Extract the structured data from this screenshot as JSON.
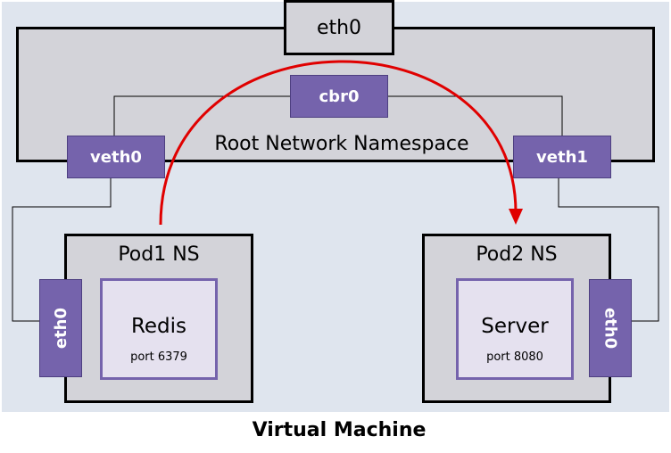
{
  "top_interface": {
    "label": "eth0"
  },
  "root_namespace": {
    "label": "Root Network Namespace"
  },
  "bridge": {
    "label": "cbr0"
  },
  "veth_left": {
    "label": "veth0"
  },
  "veth_right": {
    "label": "veth1"
  },
  "pod1": {
    "title": "Pod1 NS",
    "app": "Redis",
    "port": "port 6379",
    "interface": "eth0"
  },
  "pod2": {
    "title": "Pod2 NS",
    "app": "Server",
    "port": "port 8080",
    "interface": "eth0"
  },
  "vm": {
    "label": "Virtual Machine"
  },
  "colors": {
    "purple": "#7563ac",
    "arrow": "#e00000",
    "gray": "#d3d3d9",
    "background": "#dfe5ee"
  }
}
